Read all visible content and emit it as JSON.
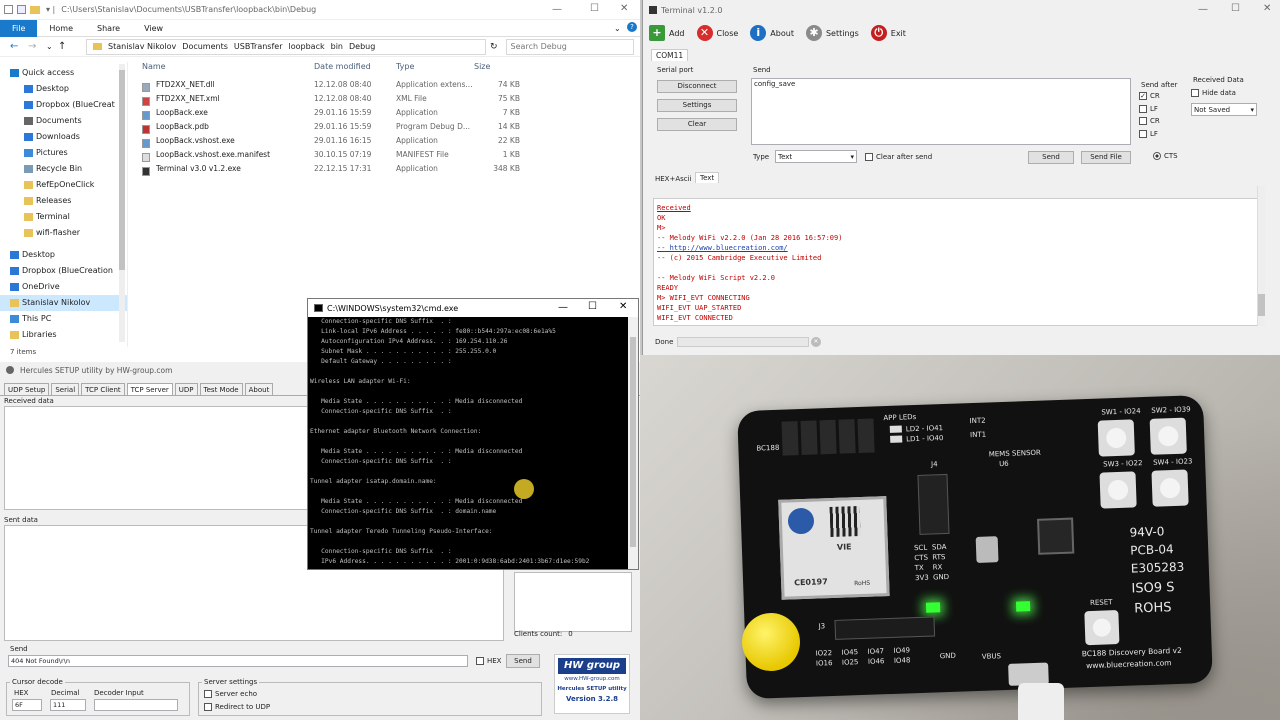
{
  "explorer": {
    "path": "C:\\Users\\Stanislav\\Documents\\USBTransfer\\loopback\\bin\\Debug",
    "ribbon_tabs": [
      "File",
      "Home",
      "Share",
      "View"
    ],
    "breadcrumbs": [
      "Stanislav Nikolov",
      "Documents",
      "USBTransfer",
      "loopback",
      "bin",
      "Debug"
    ],
    "search_placeholder": "Search Debug",
    "nav_items": [
      {
        "label": "Quick access",
        "sel": false
      },
      {
        "label": "Desktop",
        "sel": false
      },
      {
        "label": "Dropbox (BlueCreat",
        "sel": false
      },
      {
        "label": "Documents",
        "sel": false
      },
      {
        "label": "Downloads",
        "sel": false
      },
      {
        "label": "Pictures",
        "sel": false
      },
      {
        "label": "Recycle Bin",
        "sel": false
      },
      {
        "label": "RefEpOneClick",
        "sel": false
      },
      {
        "label": "Releases",
        "sel": false
      },
      {
        "label": "Terminal",
        "sel": false
      },
      {
        "label": "wifi-flasher",
        "sel": false
      },
      {
        "label": "Desktop",
        "sel": false
      },
      {
        "label": "Dropbox (BlueCreation",
        "sel": false
      },
      {
        "label": "OneDrive",
        "sel": false
      },
      {
        "label": "Stanislav Nikolov",
        "sel": true
      },
      {
        "label": "This PC",
        "sel": false
      },
      {
        "label": "Libraries",
        "sel": false
      }
    ],
    "columns": {
      "name": "Name",
      "date": "Date modified",
      "type": "Type",
      "size": "Size"
    },
    "files": [
      {
        "name": "FTD2XX_NET.dll",
        "date": "12.12.08 08:40",
        "type": "Application extens...",
        "size": "74 KB",
        "color": "#9ab"
      },
      {
        "name": "FTD2XX_NET.xml",
        "date": "12.12.08 08:40",
        "type": "XML File",
        "size": "75 KB",
        "color": "#c44"
      },
      {
        "name": "LoopBack.exe",
        "date": "29.01.16 15:59",
        "type": "Application",
        "size": "7 KB",
        "color": "#69c"
      },
      {
        "name": "LoopBack.pdb",
        "date": "29.01.16 15:59",
        "type": "Program Debug D...",
        "size": "14 KB",
        "color": "#b33"
      },
      {
        "name": "LoopBack.vshost.exe",
        "date": "29.01.16 16:15",
        "type": "Application",
        "size": "22 KB",
        "color": "#69c"
      },
      {
        "name": "LoopBack.vshost.exe.manifest",
        "date": "30.10.15 07:19",
        "type": "MANIFEST File",
        "size": "1 KB",
        "color": "#ddd"
      },
      {
        "name": "Terminal v3.0 v1.2.exe",
        "date": "22.12.15 17:31",
        "type": "Application",
        "size": "348 KB",
        "color": "#333"
      }
    ],
    "status": "7 items"
  },
  "terminal": {
    "title": "Terminal v1.2.0",
    "toolbar": [
      "Add",
      "Close",
      "About",
      "Settings",
      "Exit"
    ],
    "tab": "COM11",
    "serial_port_label": "Serial port",
    "send_label": "Send",
    "buttons": [
      "Disconnect",
      "Settings",
      "Clear"
    ],
    "send_text": "config_save",
    "send_after_label": "Send after",
    "send_after": [
      {
        "label": "CR",
        "checked": true
      },
      {
        "label": "LF",
        "checked": false
      },
      {
        "label": "CR",
        "checked": false
      },
      {
        "label": "LF",
        "checked": false
      }
    ],
    "received_data_label": "Received Data",
    "hide_data_label": "Hide data",
    "not_saved": "Not Saved",
    "type_label": "Type",
    "type_value": "Text",
    "clear_after_send": "Clear after send",
    "send_button": "Send",
    "send_file_button": "Send File",
    "cts_label": "CTS",
    "view_tabs": [
      "HEX+Ascii",
      "Text"
    ],
    "received_heading": "Received",
    "received_lines": [
      "OK",
      "M>",
      "-- Melody WiFi v2.2.0 (Jan 28 2016 16:57:09)",
      "-- http://www.bluecreation.com/",
      "-- (c) 2015 Cambridge Executive Limited",
      "",
      "-- Melody WiFi Script v2.2.0",
      "READY",
      "M> WIFI_EVT CONNECTING",
      "WIFI_EVT UAP_STARTED",
      "WIFI_EVT CONNECTED"
    ],
    "status": "Done"
  },
  "hercules": {
    "title": "Hercules SETUP utility by HW-group.com",
    "tabs": [
      "UDP Setup",
      "Serial",
      "TCP Client",
      "TCP Server",
      "UDP",
      "Test Mode",
      "About"
    ],
    "active_tab": "TCP Server",
    "received_data": "Received data",
    "sent_data": "Sent data",
    "clients_count_label": "Clients count:",
    "clients_count": "0",
    "send_label": "Send",
    "send_value": "404 Not Found\\r\\n",
    "hex_label": "HEX",
    "send_button": "Send",
    "cursor_decode": "Cursor decode",
    "hex_col": "HEX",
    "decimal_col": "Decimal",
    "decoder_input": "Decoder Input",
    "hex_value": "6F",
    "decimal_value": "111",
    "server_settings": "Server settings",
    "server_echo": "Server echo",
    "redirect_udp": "Redirect to UDP",
    "logo_text": "HW group",
    "logo_url": "www.HW-group.com",
    "product": "Hercules SETUP utility",
    "version": "Version  3.2.8"
  },
  "cmd": {
    "title": "C:\\WINDOWS\\system32\\cmd.exe",
    "lines": [
      "   Connection-specific DNS Suffix  . :",
      "   Link-local IPv6 Address . . . . . : fe80::b544:297a:ec08:6e1a%5",
      "   Autoconfiguration IPv4 Address. . : 169.254.110.26",
      "   Subnet Mask . . . . . . . . . . . : 255.255.0.0",
      "   Default Gateway . . . . . . . . . :",
      "",
      "Wireless LAN adapter Wi-Fi:",
      "",
      "   Media State . . . . . . . . . . . : Media disconnected",
      "   Connection-specific DNS Suffix  . :",
      "",
      "Ethernet adapter Bluetooth Network Connection:",
      "",
      "   Media State . . . . . . . . . . . : Media disconnected",
      "   Connection-specific DNS Suffix  . :",
      "",
      "Tunnel adapter isatap.domain.name:",
      "",
      "   Media State . . . . . . . . . . . : Media disconnected",
      "   Connection-specific DNS Suffix  . : domain.name",
      "",
      "Tunnel adapter Teredo Tunneling Pseudo-Interface:",
      "",
      "   Connection-specific DNS Suffix  . :",
      "   IPv6 Address. . . . . . . . . . . : 2001:0:9d38:6abd:2401:3b67:d1ee:59b2"
    ]
  },
  "board": {
    "app_leds": "APP LEDs",
    "ld2": "LD2 - IO41",
    "ld1": "LD1 - IO40",
    "int2": "INT2",
    "int1": "INT1",
    "mems": "MEMS SENSOR",
    "sw1": "SW1 - IO24",
    "sw2": "SW2 - IO39",
    "sw3": "SW3 - IO22",
    "sw4": "SW4 - IO23",
    "model": "BC188",
    "module": "VIE",
    "ce": "CE0197",
    "rohs": "RoHS",
    "pcb": "94V-0",
    "pcb2": "PCB-04",
    "e_num": "E305283",
    "iso": "ISO9 S",
    "rohs2": "ROHS",
    "reset": "RESET",
    "name": "BC188 Discovery Board v2",
    "url": "www.bluecreation.com",
    "gnd": "GND",
    "vbus": "VBUS",
    "j3": "J3",
    "j4": "J4",
    "u6": "U6",
    "io_row1": [
      "IO22",
      "IO45",
      "IO47",
      "IO49"
    ],
    "io_row2": [
      "IO16",
      "IO25",
      "IO46",
      "IO48"
    ],
    "scl": "SCL",
    "sda": "SDA",
    "cts": "CTS",
    "rts": "RTS",
    "tx": "TX",
    "rx": "RX",
    "v33": "3V3",
    "gnd2": "GND"
  }
}
